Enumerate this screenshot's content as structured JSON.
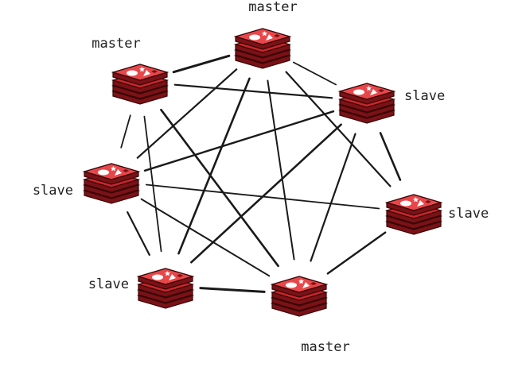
{
  "nodes": [
    {
      "id": "n1",
      "label": "master",
      "role": "master"
    },
    {
      "id": "n2",
      "label": "master",
      "role": "master"
    },
    {
      "id": "n3",
      "label": "slave",
      "role": "slave"
    },
    {
      "id": "n4",
      "label": "slave",
      "role": "slave"
    },
    {
      "id": "n5",
      "label": "slave",
      "role": "slave"
    },
    {
      "id": "n6",
      "label": "slave",
      "role": "slave"
    },
    {
      "id": "n7",
      "label": "master",
      "role": "master"
    }
  ],
  "edges": [
    [
      "n1",
      "n2"
    ],
    [
      "n1",
      "n3"
    ],
    [
      "n1",
      "n4"
    ],
    [
      "n1",
      "n7"
    ],
    [
      "n2",
      "n4"
    ],
    [
      "n2",
      "n6"
    ],
    [
      "n2",
      "n7"
    ],
    [
      "n2",
      "n3"
    ],
    [
      "n3",
      "n4"
    ],
    [
      "n3",
      "n5"
    ],
    [
      "n3",
      "n7"
    ],
    [
      "n3",
      "n6"
    ],
    [
      "n4",
      "n5"
    ],
    [
      "n4",
      "n6"
    ],
    [
      "n4",
      "n7"
    ],
    [
      "n5",
      "n7"
    ],
    [
      "n6",
      "n7"
    ],
    [
      "n2",
      "n5"
    ],
    [
      "n1",
      "n6"
    ]
  ],
  "colors": {
    "icon_red": "#c8262b",
    "icon_dark": "#7a1216",
    "icon_light": "#e8474a",
    "edge": "#1a1a1a",
    "label": "#222222"
  },
  "icon_name": "redis-stack-icon"
}
